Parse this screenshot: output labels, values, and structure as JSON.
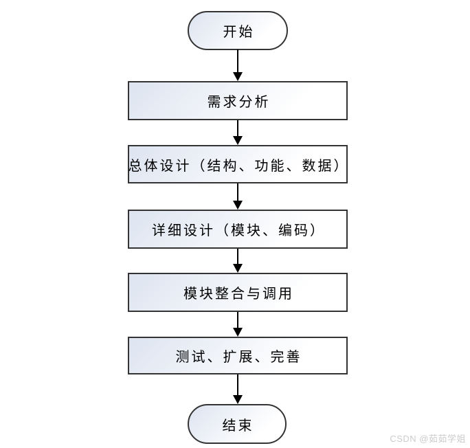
{
  "flowchart": {
    "nodes": [
      {
        "id": "start",
        "type": "terminator",
        "label": "开始"
      },
      {
        "id": "requirement-analysis",
        "type": "process",
        "label": "需求分析"
      },
      {
        "id": "overall-design",
        "type": "process",
        "label": "总体设计（结构、功能、数据）"
      },
      {
        "id": "detailed-design",
        "type": "process",
        "label": "详细设计（模块、编码）"
      },
      {
        "id": "module-integration",
        "type": "process",
        "label": "模块整合与调用"
      },
      {
        "id": "test-extend-improve",
        "type": "process",
        "label": "测试、扩展、完善"
      },
      {
        "id": "end",
        "type": "terminator",
        "label": "结束"
      }
    ],
    "connections": [
      {
        "from": "start",
        "to": "requirement-analysis"
      },
      {
        "from": "requirement-analysis",
        "to": "overall-design"
      },
      {
        "from": "overall-design",
        "to": "detailed-design"
      },
      {
        "from": "detailed-design",
        "to": "module-integration"
      },
      {
        "from": "module-integration",
        "to": "test-extend-improve"
      },
      {
        "from": "test-extend-improve",
        "to": "end"
      }
    ],
    "colors": {
      "node_border": "#333333",
      "node_fill_from": "#dde4f0",
      "node_fill_to": "#ffffff",
      "arrow": "#000000",
      "text": "#000000",
      "watermark": "#cccccc"
    }
  },
  "watermark": {
    "text": "CSDN @茹茹学姐"
  }
}
